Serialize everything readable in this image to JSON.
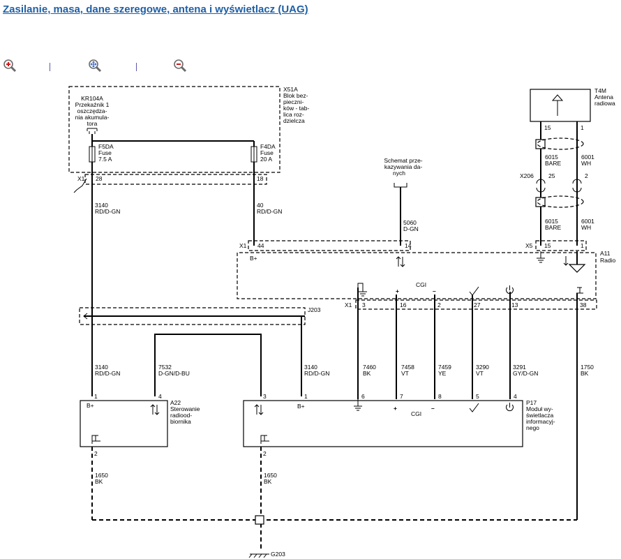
{
  "title": "Zasilanie, masa, dane szeregowe, antena i wyświetlacz (UAG)",
  "toolbar": {
    "zoom_in": "zoom-in-icon",
    "zoom_fit": "zoom-fit-icon",
    "zoom_out": "zoom-out-icon",
    "separator": "|"
  },
  "components": {
    "x51a": {
      "id": "X51A",
      "l1": "Blok bez-",
      "l2": "piecznі-",
      "l3": "ków - tab-",
      "l4": "lica roz-",
      "l5": "dzielcza"
    },
    "kr104a": {
      "id": "KR104A",
      "l1": "Przekaźnik 1",
      "l2": "oszczędza-",
      "l3": "nia akumula-",
      "l4": "tora"
    },
    "f5da": {
      "id": "F5DA",
      "l1": "Fuse",
      "l2": "7.5 A"
    },
    "f4da": {
      "id": "F4DA",
      "l1": "Fuse",
      "l2": "20 A"
    },
    "t4m": {
      "id": "T4M",
      "l1": "Antena",
      "l2": "radiowa"
    },
    "schemat": {
      "l1": "Schemat prze-",
      "l2": "kazywania da-",
      "l3": "nych"
    },
    "a11": {
      "id": "A11",
      "l1": "Radio"
    },
    "a22": {
      "id": "A22",
      "l1": "Sterowanie",
      "l2": "radiood-",
      "l3": "biornika"
    },
    "p17": {
      "id": "P17",
      "l1": "Moduł wy-",
      "l2": "świetlacza",
      "l3": "informacyj-",
      "l4": "nego"
    },
    "j203": "J203",
    "x206": "X206",
    "g203": "G203"
  },
  "connectors": {
    "x1": "X1",
    "x5": "X5"
  },
  "labels": {
    "bplus": "B+",
    "cgi": "CGI"
  },
  "pins": {
    "x1_28": "28",
    "x1_18": "18",
    "ant_15": "15",
    "ant_1": "1",
    "x206_25": "25",
    "x206_2": "2",
    "a11_44": "44",
    "a11_14": "14",
    "a11_15": "15",
    "a11_1": "1",
    "a11_3": "3",
    "a11_16": "16",
    "a11_2": "2",
    "a11_27": "27",
    "a11_13": "13",
    "a11_38": "38",
    "a22_1": "1",
    "a22_4": "4",
    "a22_2": "2",
    "p17_3": "3",
    "p17_1": "1",
    "p17_6": "6",
    "p17_7": "7",
    "p17_8": "8",
    "p17_5": "5",
    "p17_4": "4",
    "p17_2": "2"
  },
  "wires": {
    "w3140_top": {
      "c": "3140",
      "col": "RD/D-GN"
    },
    "w40": {
      "c": "40",
      "col": "RD/D-GN"
    },
    "w5060": {
      "c": "5060",
      "col": "D-GN"
    },
    "w6015a": {
      "c": "6015",
      "col": "BARE"
    },
    "w6001a": {
      "c": "6001",
      "col": "WH"
    },
    "w6015b": {
      "c": "6015",
      "col": "BARE"
    },
    "w6001b": {
      "c": "6001",
      "col": "WH"
    },
    "w3140_a22": {
      "c": "3140",
      "col": "RD/D-GN"
    },
    "w7532": {
      "c": "7532",
      "col": "D-GN/D-BU"
    },
    "w3140_p17": {
      "c": "3140",
      "col": "RD/D-GN"
    },
    "w7460": {
      "c": "7460",
      "col": "BK"
    },
    "w7458": {
      "c": "7458",
      "col": "VT"
    },
    "w7459": {
      "c": "7459",
      "col": "YE"
    },
    "w3290": {
      "c": "3290",
      "col": "VT"
    },
    "w3291": {
      "c": "3291",
      "col": "GY/D-GN"
    },
    "w1750": {
      "c": "1750",
      "col": "BK"
    },
    "w1650a": {
      "c": "1650",
      "col": "BK"
    },
    "w1650b": {
      "c": "1650",
      "col": "BK"
    }
  }
}
